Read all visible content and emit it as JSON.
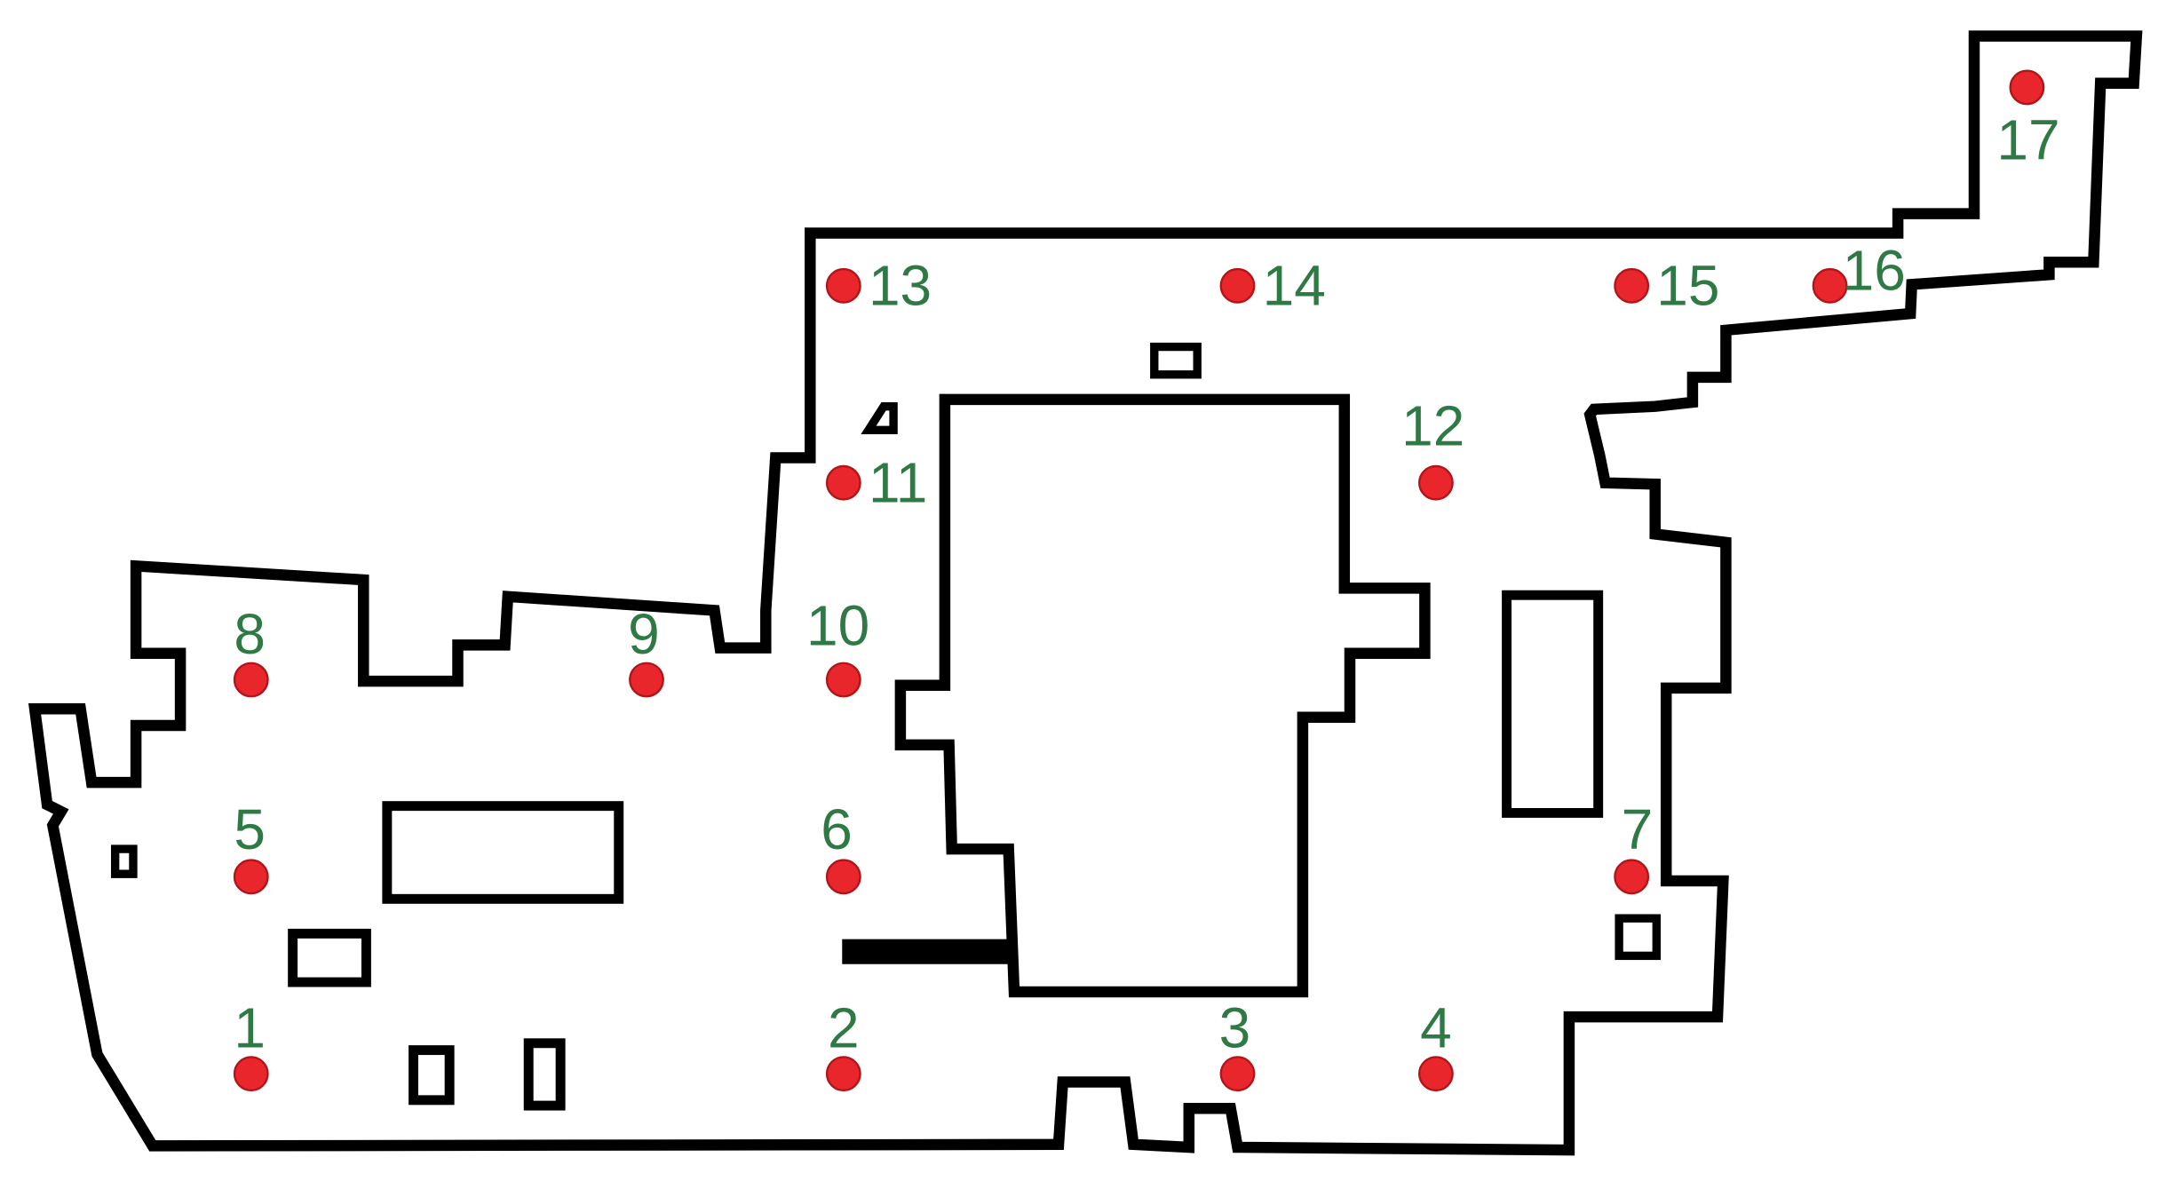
{
  "colors": {
    "wall": "#000000",
    "marker": "#e8262b",
    "marker_outline": "#b01519",
    "label": "#2f7a44",
    "background": "#ffffff"
  },
  "markers": [
    {
      "id": "1",
      "label": "1"
    },
    {
      "id": "2",
      "label": "2"
    },
    {
      "id": "3",
      "label": "3"
    },
    {
      "id": "4",
      "label": "4"
    },
    {
      "id": "5",
      "label": "5"
    },
    {
      "id": "6",
      "label": "6"
    },
    {
      "id": "7",
      "label": "7"
    },
    {
      "id": "8",
      "label": "8"
    },
    {
      "id": "9",
      "label": "9"
    },
    {
      "id": "10",
      "label": "10"
    },
    {
      "id": "11",
      "label": "11"
    },
    {
      "id": "12",
      "label": "12"
    },
    {
      "id": "13",
      "label": "13"
    },
    {
      "id": "14",
      "label": "14"
    },
    {
      "id": "15",
      "label": "15"
    },
    {
      "id": "16",
      "label": "16"
    },
    {
      "id": "17",
      "label": "17"
    }
  ]
}
